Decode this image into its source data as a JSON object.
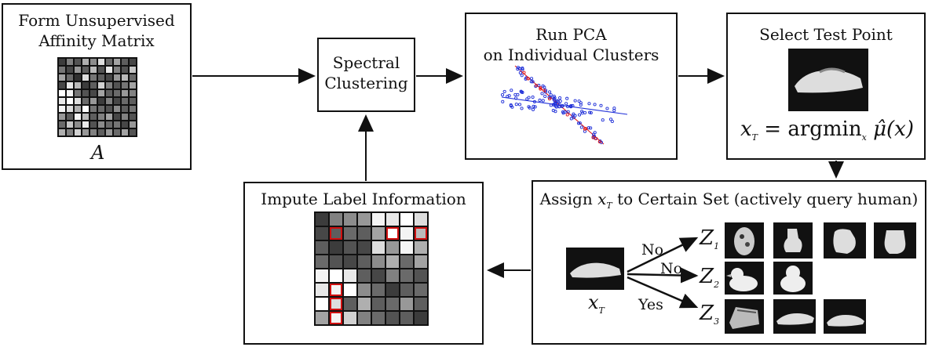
{
  "box1": {
    "title_line1": "Form Unsupervised",
    "title_line2": "Affinity Matrix",
    "matrix_label": "A"
  },
  "box2": {
    "title_line1": "Spectral",
    "title_line2": "Clustering"
  },
  "box3": {
    "title_line1": "Run PCA",
    "title_line2": "on Individual Clusters"
  },
  "box4": {
    "title": "Select Test Point",
    "eq_x": "x",
    "eq_sub": "T",
    "eq_mid": " = argmin",
    "eq_sub2": "x",
    "eq_mu": "μ̂(x)"
  },
  "box5": {
    "title_pre": "Assign",
    "title_x": "x",
    "title_sub": "T",
    "title_post": "to Certain Set (actively query human)",
    "xt_label": "x",
    "xt_sub": "T",
    "edges": [
      "No",
      "No",
      "Yes"
    ],
    "sets": [
      {
        "z": "Z",
        "sub": "1"
      },
      {
        "z": "Z",
        "sub": "2"
      },
      {
        "z": "Z",
        "sub": "3"
      }
    ]
  },
  "box6": {
    "title": "Impute Label Information"
  },
  "colors": {
    "scatter": "#1f2fd8",
    "outlier": "#e01818",
    "highlight": "#d01010"
  },
  "icons": {
    "thumb": "object-thumbnail",
    "arrow": "arrow"
  },
  "matrixA": [
    [
      0.15,
      0.45,
      0.25,
      0.65,
      0.5,
      0.85,
      0.35,
      0.6,
      0.3,
      0.2
    ],
    [
      0.4,
      0.2,
      0.55,
      0.3,
      0.7,
      0.25,
      0.9,
      0.45,
      0.25,
      0.75
    ],
    [
      0.6,
      0.35,
      0.1,
      0.85,
      0.4,
      0.3,
      0.2,
      0.55,
      0.7,
      0.35
    ],
    [
      0.2,
      0.9,
      0.7,
      0.15,
      0.3,
      0.8,
      0.45,
      0.25,
      0.4,
      0.6
    ],
    [
      1.0,
      0.95,
      0.4,
      0.25,
      0.2,
      0.6,
      0.3,
      0.35,
      0.55,
      0.45
    ],
    [
      0.9,
      1.0,
      0.85,
      0.35,
      0.55,
      0.15,
      0.45,
      0.2,
      0.35,
      0.3
    ],
    [
      0.95,
      0.85,
      0.65,
      1.0,
      0.4,
      0.35,
      0.25,
      0.5,
      0.3,
      0.4
    ],
    [
      0.55,
      0.3,
      0.95,
      0.7,
      0.3,
      0.45,
      0.6,
      0.2,
      0.45,
      0.25
    ],
    [
      0.35,
      0.75,
      0.5,
      0.9,
      0.25,
      0.5,
      0.35,
      0.4,
      0.2,
      0.55
    ],
    [
      0.65,
      0.45,
      0.8,
      0.55,
      0.45,
      0.3,
      0.55,
      0.35,
      0.6,
      0.25
    ]
  ],
  "matrixB": [
    [
      0.15,
      0.45,
      0.5,
      0.55,
      0.95,
      0.9,
      1.0,
      0.85
    ],
    [
      0.2,
      0.3,
      0.35,
      0.3,
      0.6,
      1.0,
      0.95,
      0.7
    ],
    [
      0.3,
      0.15,
      0.25,
      0.2,
      0.85,
      0.55,
      0.95,
      0.65
    ],
    [
      0.35,
      0.25,
      0.2,
      0.3,
      0.5,
      0.65,
      0.35,
      0.6
    ],
    [
      0.95,
      1.0,
      0.9,
      0.3,
      0.2,
      0.45,
      0.35,
      0.25
    ],
    [
      0.9,
      0.95,
      1.0,
      0.5,
      0.35,
      0.15,
      0.3,
      0.35
    ],
    [
      1.0,
      0.85,
      0.3,
      0.65,
      0.3,
      0.35,
      0.55,
      0.3
    ],
    [
      0.6,
      0.95,
      0.8,
      0.45,
      0.35,
      0.25,
      0.3,
      0.15
    ]
  ],
  "highlightCells": [
    [
      1,
      1
    ],
    [
      1,
      5
    ],
    [
      1,
      7
    ],
    [
      5,
      1
    ],
    [
      6,
      1
    ],
    [
      7,
      1
    ]
  ]
}
